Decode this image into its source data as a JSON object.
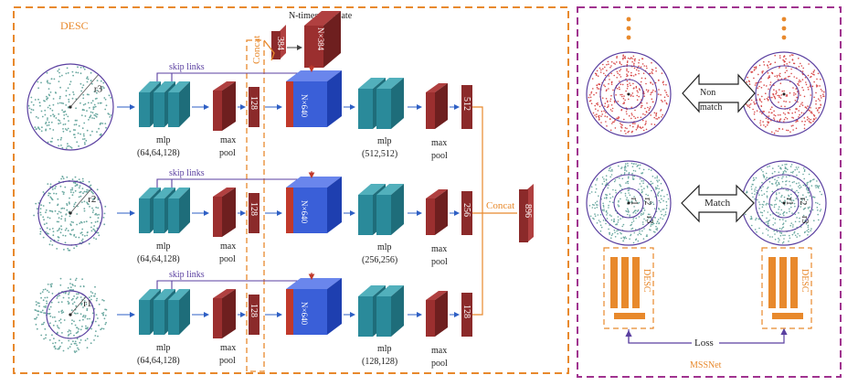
{
  "desc": {
    "title": "DESC",
    "skip_links": "skip links",
    "replicate": "N-times replicate",
    "box_384": "384",
    "box_nx384": "N×384",
    "concat_vertical": "Concat",
    "concat_right": "Concat",
    "final_dim": "896",
    "blocks": [
      {
        "radius": "r3",
        "mlp": "mlp",
        "mlp_params": "(64,64,128)",
        "maxpool_1": "max",
        "maxpool_2": "pool",
        "feat": "128",
        "nfeat": "N×640",
        "mlp2": "mlp",
        "mlp2_params": "(512,512)",
        "out": "512"
      },
      {
        "radius": "r2",
        "mlp": "mlp",
        "mlp_params": "(64,64,128)",
        "maxpool_1": "max",
        "maxpool_2": "pool",
        "feat": "128",
        "nfeat": "N×640",
        "mlp2": "mlp",
        "mlp2_params": "(256,256)",
        "out": "256"
      },
      {
        "radius": "r1",
        "mlp": "mlp",
        "mlp_params": "(64,64,128)",
        "maxpool_1": "max",
        "maxpool_2": "pool",
        "feat": "128",
        "nfeat": "N×640",
        "mlp2": "mlp",
        "mlp2_params": "(128,128)",
        "out": "128"
      }
    ]
  },
  "mssnet": {
    "title": "MSSNet",
    "non_match_1": "Non",
    "non_match_2": "match",
    "match": "Match",
    "loss": "Loss",
    "desc_left": "DESC",
    "desc_right": "DESC",
    "radius_labels": [
      "r1",
      "r2",
      "r3"
    ]
  },
  "colors": {
    "desc_border": "#e8892c",
    "mssnet_border": "#a0338f",
    "teal": "#2a8a9a",
    "maroon": "#8b2a2a",
    "blue": "#3a5fd8",
    "purple": "#5a3fa0",
    "orange": "#e8892c"
  }
}
